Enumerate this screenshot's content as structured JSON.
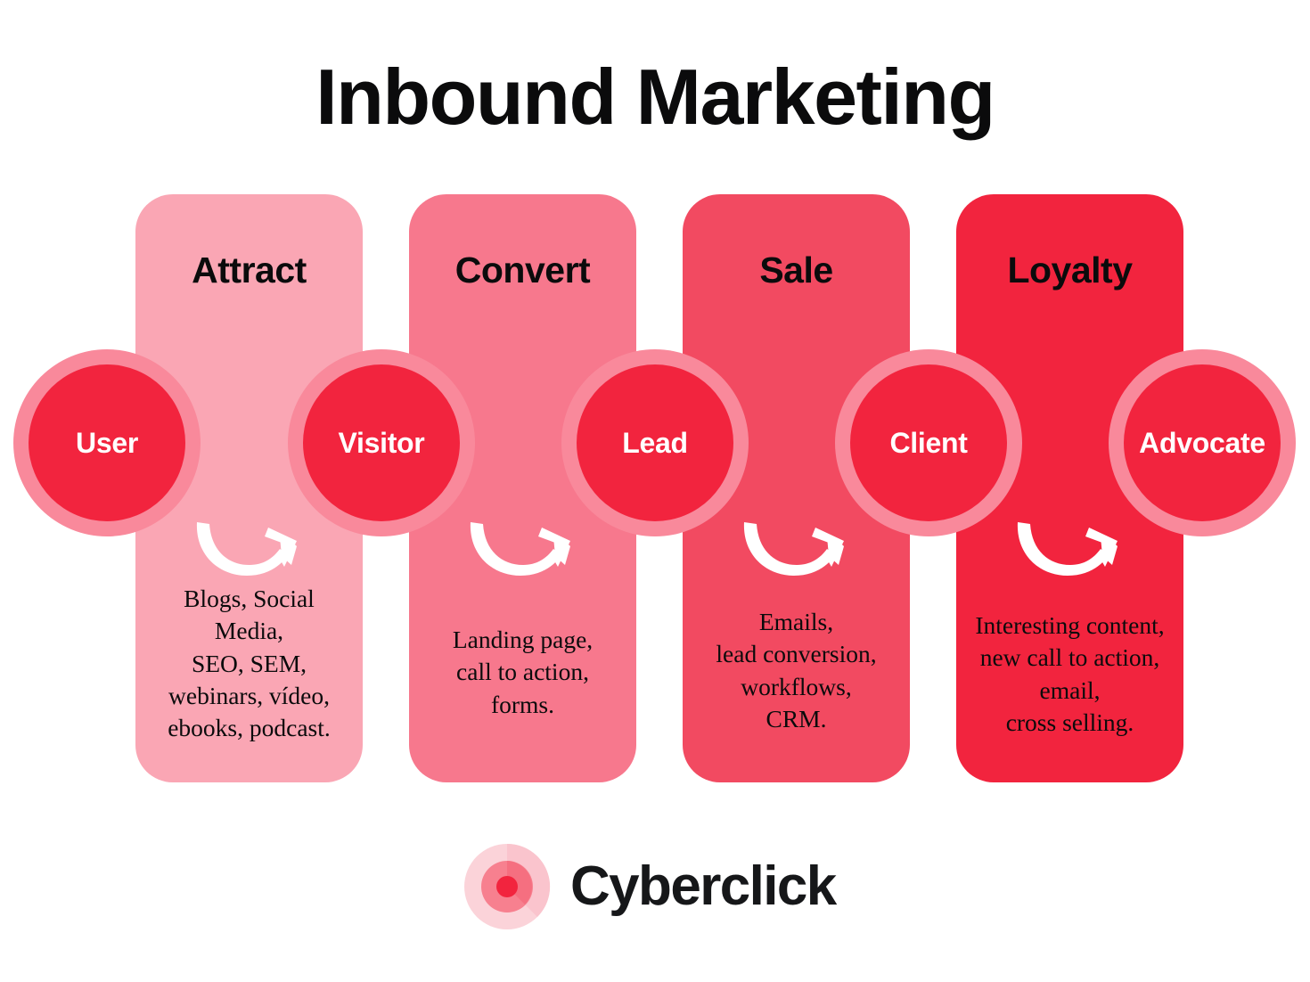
{
  "title": "Inbound Marketing",
  "colors": {
    "stage_1": "#FAA6B4",
    "stage_2": "#F7788D",
    "stage_3": "#F24A61",
    "stage_4": "#F2243E",
    "circle_ring": "#F9899B",
    "circle_core": "#F2243E",
    "arrow": "#FFFFFF",
    "title_text": "#0B0B0C",
    "logo_text": "#161719"
  },
  "stages": [
    {
      "label": "Attract",
      "description": "Blogs, Social\nMedia,\nSEO, SEM,\nwebinars, vídeo,\nebooks, podcast."
    },
    {
      "label": "Convert",
      "description": "Landing page,\ncall to action,\nforms."
    },
    {
      "label": "Sale",
      "description": "Emails,\nlead conversion,\nworkflows,\nCRM."
    },
    {
      "label": "Loyalty",
      "description": "Interesting content,\nnew call to action,\nemail,\ncross selling."
    }
  ],
  "nodes": [
    {
      "label": "User"
    },
    {
      "label": "Visitor"
    },
    {
      "label": "Lead"
    },
    {
      "label": "Client"
    },
    {
      "label": "Advocate"
    }
  ],
  "arrows": [
    {
      "icon": "curved-arrow-right-icon"
    },
    {
      "icon": "curved-arrow-right-icon"
    },
    {
      "icon": "curved-arrow-right-icon"
    },
    {
      "icon": "curved-arrow-right-icon"
    }
  ],
  "logo": {
    "mark": "cyberclick-radar-icon",
    "name": "Cyberclick"
  }
}
